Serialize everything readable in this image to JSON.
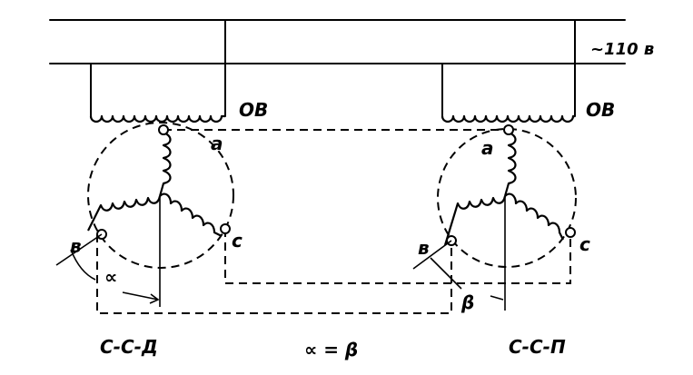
{
  "diagram": {
    "supply_label": "~110 в",
    "left_field_winding": "ОВ",
    "right_field_winding": "ОВ",
    "left_machine": {
      "name": "С-С-Д",
      "terminal_a": "а",
      "terminal_b": "в",
      "terminal_c": "с",
      "angle_symbol": "∝"
    },
    "right_machine": {
      "name": "С-С-П",
      "terminal_a": "а",
      "terminal_b": "в",
      "terminal_c": "с",
      "angle_symbol": "β"
    },
    "equation": "∝ = β"
  }
}
